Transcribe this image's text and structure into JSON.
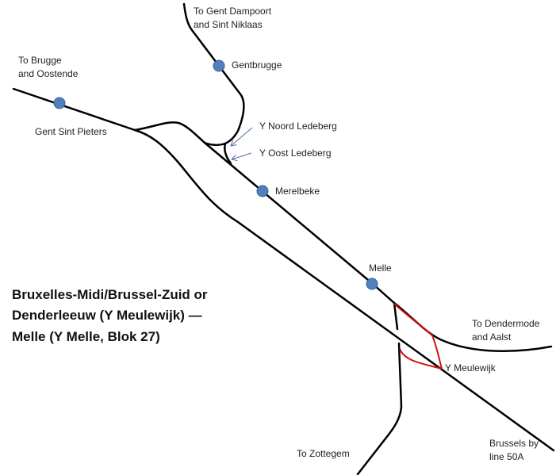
{
  "title": {
    "lines": [
      "Bruxelles-Midi/Brussel-Zuid or",
      "Denderleeuw (Y Meulewijk) —",
      "Melle (Y Melle, Blok 27)"
    ]
  },
  "stations": [
    {
      "name": "Gent Sint Pieters"
    },
    {
      "name": "Gentbrugge"
    },
    {
      "name": "Merelbeke"
    },
    {
      "name": "Melle"
    }
  ],
  "junctions": [
    {
      "name": "Y Noord Ledeberg"
    },
    {
      "name": "Y Oost Ledeberg"
    },
    {
      "name": "Y Meulewijk"
    }
  ],
  "destinations": {
    "brugge": [
      "To Brugge",
      "and Oostende"
    ],
    "dampoort": [
      "To Gent Dampoort",
      "and Sint Niklaas"
    ],
    "dendermonde": [
      "To Dendermode",
      "and Aalst"
    ],
    "zottegem": [
      "To Zottegem"
    ],
    "brussels": [
      "Brussels by",
      "line 50A"
    ]
  },
  "colors": {
    "track": "#000000",
    "highlight": "#d01010",
    "station": "#4f81bd",
    "arrow": "#4f6fa8"
  }
}
